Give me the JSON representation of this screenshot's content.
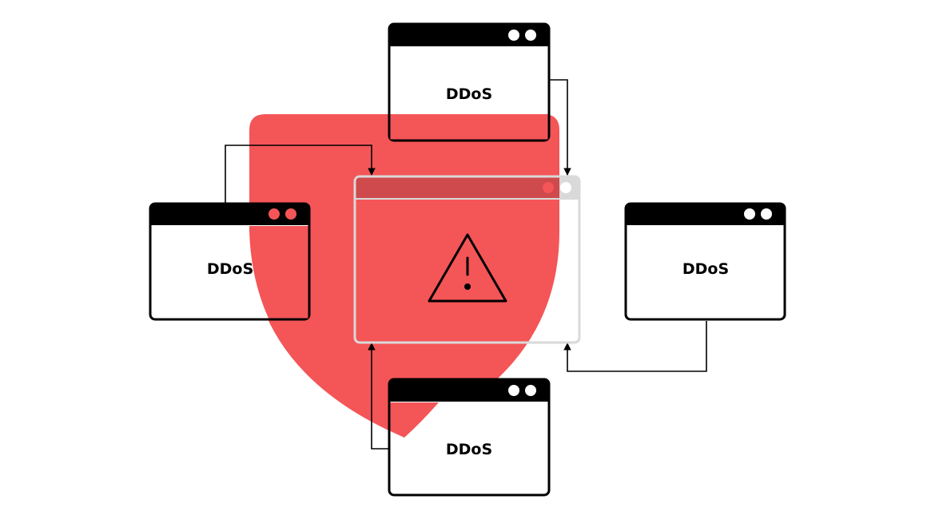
{
  "diagram": {
    "attacker_windows": [
      {
        "id": "top",
        "label": "DDoS"
      },
      {
        "id": "left",
        "label": "DDoS"
      },
      {
        "id": "right",
        "label": "DDoS"
      },
      {
        "id": "bottom",
        "label": "DDoS"
      }
    ],
    "target_window": {
      "icon": "warning-triangle-icon"
    },
    "shield": {
      "icon": "shield-icon",
      "color": "#f45557"
    },
    "colors": {
      "window_border": "#000000",
      "window_fill": "#ffffff",
      "titlebar": "#000000",
      "dot_default": "#ffffff",
      "dot_alert": "#f45557",
      "target_border": "#d9d9d9",
      "target_titlebar_over_shield": "#cf4a4c"
    }
  }
}
